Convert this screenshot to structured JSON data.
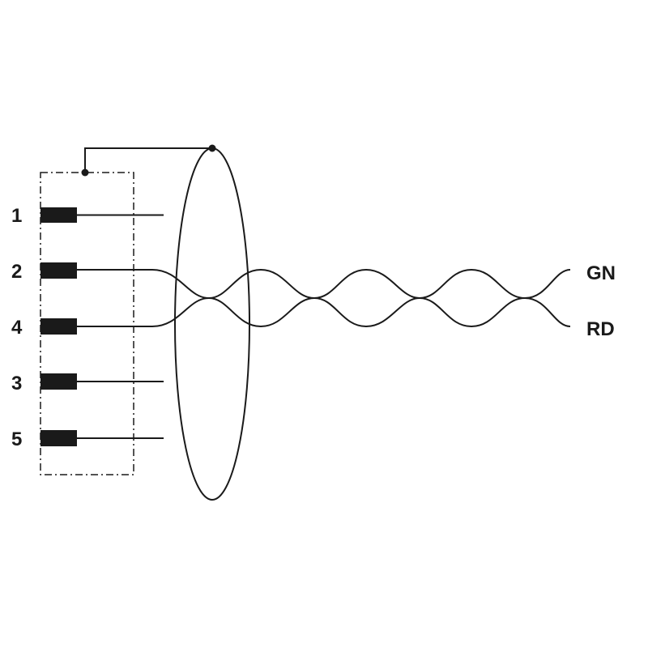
{
  "connector": {
    "pins": [
      {
        "label": "1",
        "twisted_pair": false
      },
      {
        "label": "2",
        "twisted_pair": true
      },
      {
        "label": "4",
        "twisted_pair": true
      },
      {
        "label": "3",
        "twisted_pair": false
      },
      {
        "label": "5",
        "twisted_pair": false
      }
    ]
  },
  "wires": {
    "top_label": "GN",
    "bottom_label": "RD"
  },
  "colors": {
    "line": "#1a1a1a",
    "background": "#ffffff"
  }
}
